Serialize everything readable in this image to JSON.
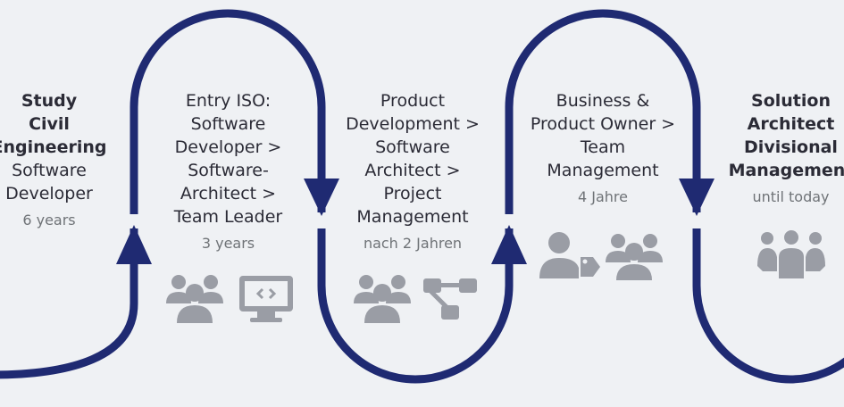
{
  "colors": {
    "path": "#1f2a72",
    "text": "#2b2b36",
    "muted": "#6f7377",
    "icon": "#9a9da5",
    "background": "#eff1f4"
  },
  "stages": [
    {
      "lines": [
        {
          "text": "Study",
          "bold": true
        },
        {
          "text": "Civil",
          "bold": true
        },
        {
          "text": "Engineering",
          "bold": true
        },
        {
          "text": "Software",
          "bold": false
        },
        {
          "text": "Developer",
          "bold": false
        }
      ],
      "duration": "6 years",
      "icons": []
    },
    {
      "lines": [
        {
          "text": "Entry ISO:",
          "bold": false
        },
        {
          "text": "Software",
          "bold": false
        },
        {
          "text": "Developer >",
          "bold": false
        },
        {
          "text": "Software-",
          "bold": false
        },
        {
          "text": "Architect >",
          "bold": false
        },
        {
          "text": "Team Leader",
          "bold": false
        }
      ],
      "duration": "3 years",
      "icons": [
        "team-icon",
        "monitor-code-icon"
      ]
    },
    {
      "lines": [
        {
          "text": "Product",
          "bold": false
        },
        {
          "text": "Development >",
          "bold": false
        },
        {
          "text": "Software",
          "bold": false
        },
        {
          "text": "Architect >",
          "bold": false
        },
        {
          "text": "Project",
          "bold": false
        },
        {
          "text": "Management",
          "bold": false
        }
      ],
      "duration": "nach 2 Jahren",
      "icons": [
        "team-icon",
        "hierarchy-icon"
      ]
    },
    {
      "lines": [
        {
          "text": "Business &",
          "bold": false
        },
        {
          "text": "Product Owner >",
          "bold": false
        },
        {
          "text": "Team",
          "bold": false
        },
        {
          "text": "Management",
          "bold": false
        }
      ],
      "duration": "4 Jahre",
      "icons": [
        "user-tag-icon",
        "team-icon"
      ]
    },
    {
      "lines": [
        {
          "text": "Solution",
          "bold": true
        },
        {
          "text": "Architect",
          "bold": true
        },
        {
          "text": "Divisional",
          "bold": true
        },
        {
          "text": "Management",
          "bold": true
        }
      ],
      "duration": "until today",
      "icons": [
        "group-icon"
      ]
    }
  ]
}
